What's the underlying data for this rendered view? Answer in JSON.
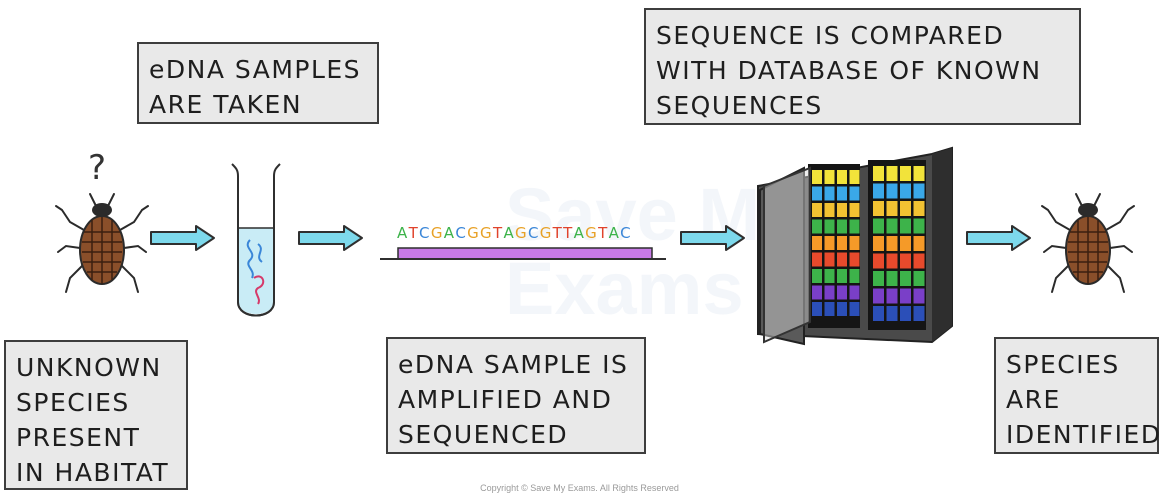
{
  "boxes": {
    "samples": "eDNA SAMPLES\nARE TAKEN",
    "compare": "SEQUENCE IS COMPARED\nWITH DATABASE OF KNOWN\nSEQUENCES",
    "unknown": "UNKNOWN\nSPECIES\nPRESENT\nIN HABITAT",
    "amplify": "eDNA SAMPLE IS\nAMPLIFIED AND\nSEQUENCED",
    "identified": "SPECIES\nARE\nIDENTIFIED"
  },
  "question_mark": "?",
  "sequence": {
    "text": "ATCGACGGTAGCGTTAGTAC",
    "colors": {
      "A": "#3db34a",
      "T": "#e0432c",
      "C": "#3a86d8",
      "G": "#e8a126"
    },
    "bar_color": "#c77ae6"
  },
  "watermark": "Save My\nExams",
  "copyright": "Copyright © Save My Exams. All Rights Reserved",
  "colors": {
    "arrow_fill": "#7dd9ec",
    "arrow_stroke": "#2f2f2f",
    "insect": "#8a4f2a",
    "box_fill": "#e9e9e9",
    "cabinet": "#3b3b3b"
  },
  "icons": [
    "insect-icon",
    "test-tube-icon",
    "dna-bar-icon",
    "database-server-icon",
    "arrow-right-icon"
  ]
}
